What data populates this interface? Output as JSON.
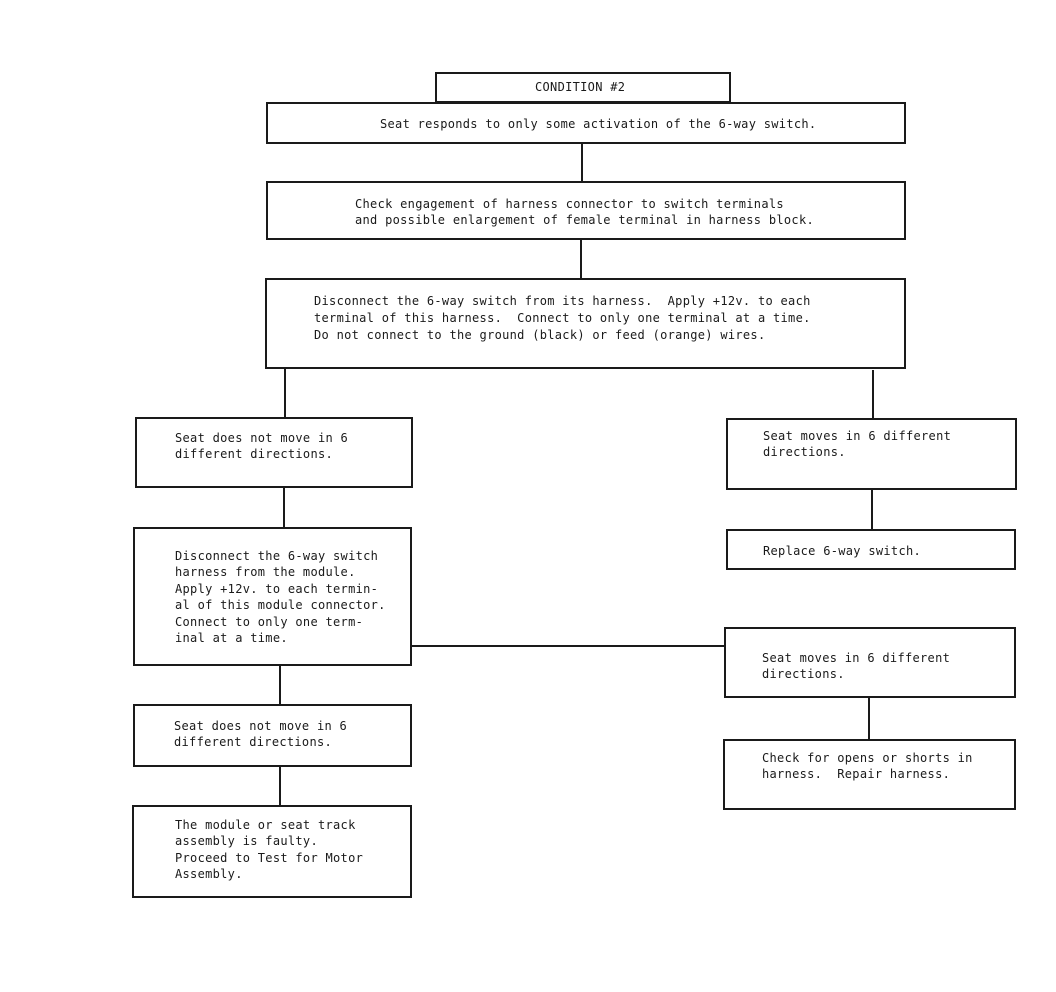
{
  "flowchart": {
    "condition_label": "CONDITION #2",
    "nodes": {
      "symptom": [
        "Seat responds to only some activation of the 6-way switch."
      ],
      "check_engagement": [
        "Check engagement of harness connector to switch terminals",
        "and possible enlargement of female terminal in harness block."
      ],
      "disconnect_switch": [
        "Disconnect the 6-way switch from its harness.  Apply +12v. to each",
        "terminal of this harness.  Connect to only one terminal at a time.",
        "Do not connect to the ground (black) or feed (orange) wires."
      ],
      "no_move_1": [
        "Seat does not move in 6",
        "different directions."
      ],
      "moves_1": [
        "Seat moves in 6 different",
        "directions."
      ],
      "replace_switch": [
        "Replace 6-way switch."
      ],
      "disconnect_module": [
        "Disconnect the 6-way switch",
        "harness from the module.",
        "Apply +12v. to each termin-",
        "al of this module connector.",
        "Connect to only one term-",
        "inal at a time."
      ],
      "moves_2": [
        "Seat moves in 6 different",
        "directions."
      ],
      "no_move_2": [
        "Seat does not move in 6",
        "different directions."
      ],
      "check_opens": [
        "Check for opens or shorts in",
        "harness.  Repair harness."
      ],
      "module_faulty": [
        "The module or seat track",
        "assembly is faulty.",
        "Proceed to Test for Motor",
        "Assembly."
      ]
    }
  }
}
